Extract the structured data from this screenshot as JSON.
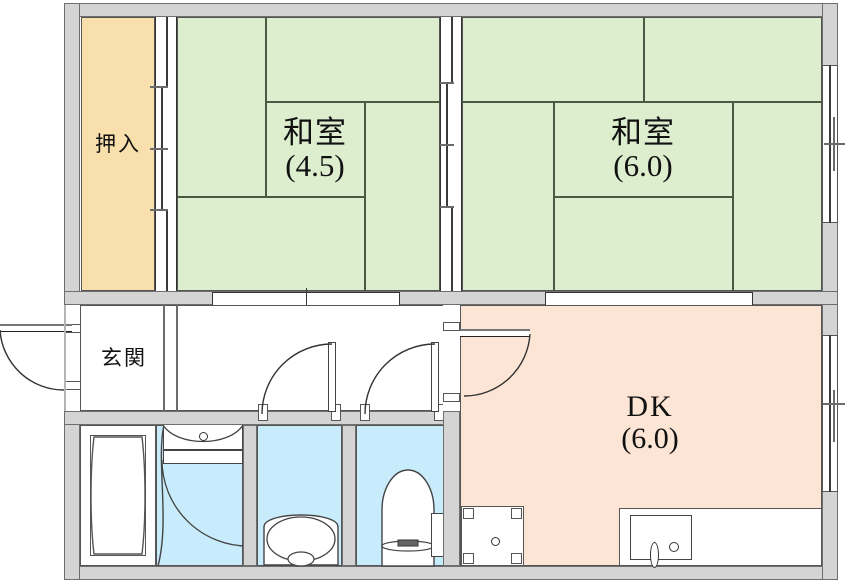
{
  "plan": {
    "title_rooms": [
      {
        "key": "washitsu45",
        "name_jp": "和室",
        "area": "(4.5)",
        "unit": "jo",
        "color": "#dceece"
      },
      {
        "key": "washitsu60",
        "name_jp": "和室",
        "area": "(6.0)",
        "unit": "jo",
        "color": "#dceece"
      },
      {
        "key": "dk",
        "name_jp": "DK",
        "area": "(6.0)",
        "unit": "jo",
        "color": "#fce5d4"
      },
      {
        "key": "oshiire",
        "name_jp": "押入",
        "area": "",
        "unit": "",
        "color": "#f9dfac"
      },
      {
        "key": "genkan",
        "name_jp": "玄関",
        "area": "",
        "unit": "",
        "color": "#ffffff"
      }
    ],
    "labels": {
      "oshiire": "押入",
      "genkan": "玄関",
      "washitsu": "和室",
      "area_45": "(4.5)",
      "area_60": "(6.0)",
      "dk": "DK",
      "dk_area": "(6.0)"
    },
    "colors": {
      "wall": "#d4d4d4",
      "wall_line": "#6e6e6e",
      "tatami": "#dceece",
      "closet": "#f9dfac",
      "dk": "#fce5d4",
      "water": "#c8ecfb",
      "white": "#ffffff",
      "ink": "#333333"
    },
    "fixtures": [
      {
        "key": "bathtub",
        "label": "bathtub"
      },
      {
        "key": "vanity-sink",
        "label": "vanity sink"
      },
      {
        "key": "toilet-left",
        "label": "toilet"
      },
      {
        "key": "toilet-right",
        "label": "toilet"
      },
      {
        "key": "washing-machine",
        "label": "washing machine space"
      },
      {
        "key": "kitchen-sink",
        "label": "kitchen sink counter"
      }
    ]
  }
}
